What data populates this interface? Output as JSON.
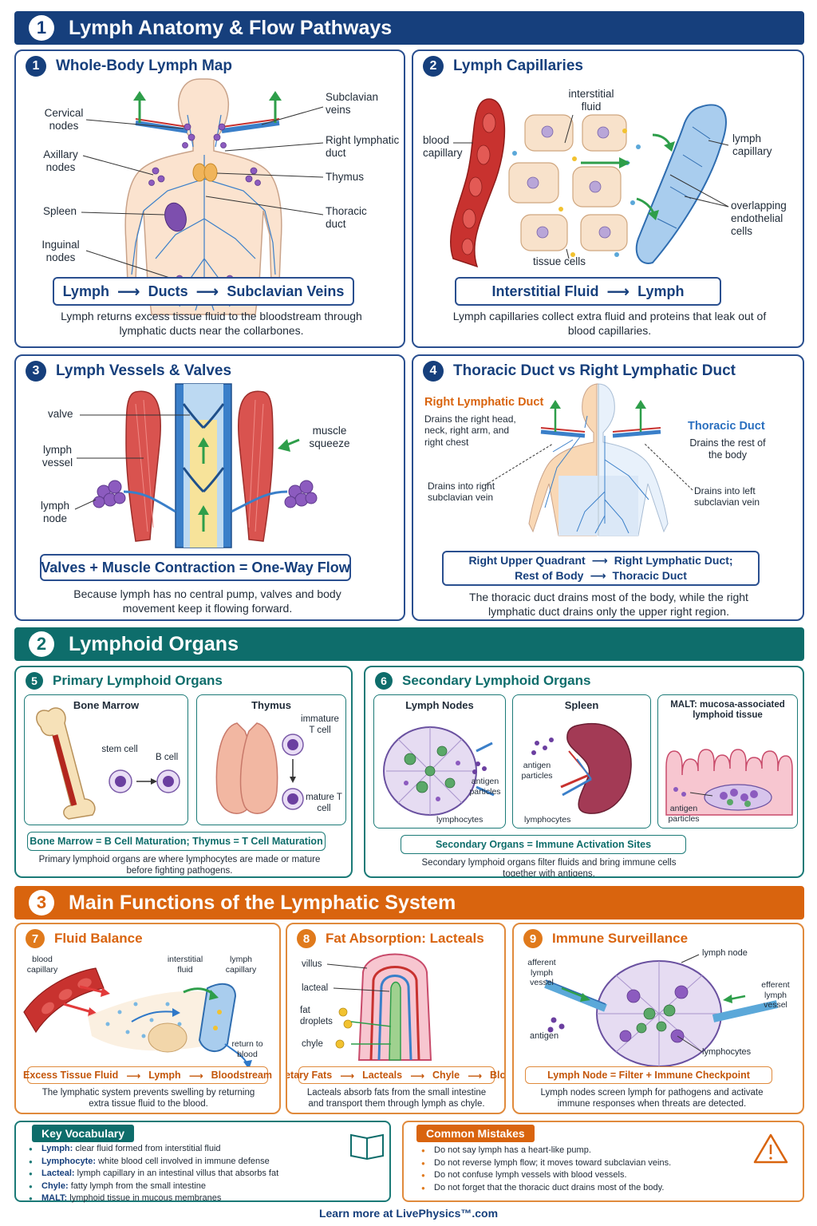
{
  "sections": [
    {
      "num": "1",
      "title": "Lymph Anatomy & Flow Pathways"
    },
    {
      "num": "2",
      "title": "Lymphoid Organs"
    },
    {
      "num": "3",
      "title": "Main Functions of the Lymphatic System"
    }
  ],
  "p1": {
    "num": "1",
    "title": "Whole-Body Lymph Map",
    "labels": {
      "cervical": "Cervical nodes",
      "axillary": "Axillary nodes",
      "spleen": "Spleen",
      "inguinal": "Inguinal nodes",
      "subclavian": "Subclavian veins",
      "right_duct": "Right lymphatic duct",
      "thymus": "Thymus",
      "thoracic": "Thoracic duct"
    },
    "flow": [
      "Lymph",
      "Ducts",
      "Subclavian Veins"
    ],
    "caption": "Lymph returns excess tissue fluid to the bloodstream through lymphatic ducts near the collarbones."
  },
  "p2": {
    "num": "2",
    "title": "Lymph Capillaries",
    "labels": {
      "interstitial": "interstitial fluid",
      "blood_cap": "blood capillary",
      "lymph_cap": "lymph capillary",
      "endothelial": "overlapping endothelial cells",
      "tissue": "tissue cells"
    },
    "flow": [
      "Interstitial Fluid",
      "Lymph"
    ],
    "caption": "Lymph capillaries collect extra fluid and proteins that leak out of blood capillaries."
  },
  "p3": {
    "num": "3",
    "title": "Lymph Vessels & Valves",
    "labels": {
      "valve": "valve",
      "vessel": "lymph vessel",
      "node": "lymph node",
      "squeeze": "muscle squeeze"
    },
    "flow": "Valves + Muscle Contraction = One-Way Flow",
    "caption": "Because lymph has no central pump, valves and body movement keep it flowing forward."
  },
  "p4": {
    "num": "4",
    "title": "Thoracic Duct vs Right Lymphatic Duct",
    "labels": {
      "right_title": "Right Lymphatic Duct",
      "right_desc": "Drains the right head, neck, right arm, and right chest",
      "thoracic_title": "Thoracic Duct",
      "thoracic_desc": "Drains the rest of the body",
      "into_right": "Drains into right subclavian vein",
      "into_left": "Drains into left subclavian vein"
    },
    "flow_line1": [
      "Right Upper Quadrant",
      "Right Lymphatic Duct;"
    ],
    "flow_line2": [
      "Rest of Body",
      "Thoracic Duct"
    ],
    "caption": "The thoracic duct drains most of the body, while the right lymphatic duct drains only the upper right region."
  },
  "p5": {
    "num": "5",
    "title": "Primary Lymphoid Organs",
    "bone_marrow": {
      "title": "Bone Marrow",
      "stem": "stem cell",
      "bcell": "B cell"
    },
    "thymus": {
      "title": "Thymus",
      "immature": "immature T cell",
      "mature": "mature T cell"
    },
    "flow": "Bone Marrow = B Cell Maturation; Thymus = T Cell Maturation",
    "caption": "Primary lymphoid organs are where lymphocytes are made or mature before fighting pathogens."
  },
  "p6": {
    "num": "6",
    "title": "Secondary Lymphoid Organs",
    "nodes": {
      "title": "Lymph Nodes",
      "antigen": "antigen particles",
      "lymphocytes": "lymphocytes"
    },
    "spleen": {
      "title": "Spleen",
      "antigen": "antigen particles",
      "lymphocytes": "lymphocytes"
    },
    "malt": {
      "title": "MALT: mucosa-associated lymphoid tissue",
      "antigen": "antigen particles"
    },
    "flow": "Secondary Organs = Immune Activation Sites",
    "caption": "Secondary lymphoid organs filter fluids and bring immune cells together with antigens."
  },
  "p7": {
    "num": "7",
    "title": "Fluid Balance",
    "labels": {
      "blood": "blood capillary",
      "fluid": "interstitial fluid",
      "lymph": "lymph capillary",
      "return": "return to blood"
    },
    "flow": [
      "Excess Tissue Fluid",
      "Lymph",
      "Bloodstream"
    ],
    "caption": "The lymphatic system prevents swelling by returning extra tissue fluid to the blood."
  },
  "p8": {
    "num": "8",
    "title": "Fat Absorption: Lacteals",
    "labels": {
      "villus": "villus",
      "lacteal": "lacteal",
      "droplets": "fat droplets",
      "chyle": "chyle"
    },
    "flow": [
      "Dietary Fats",
      "Lacteals",
      "Chyle",
      "Blood"
    ],
    "caption": "Lacteals absorb fats from the small intestine and transport them through lymph as chyle."
  },
  "p9": {
    "num": "9",
    "title": "Immune Surveillance",
    "labels": {
      "afferent": "afferent lymph vessel",
      "node": "lymph node",
      "efferent": "efferent lymph vessel",
      "antigen": "antigen",
      "lymphocytes": "lymphocytes"
    },
    "flow": "Lymph Node = Filter + Immune Checkpoint",
    "caption": "Lymph nodes screen lymph for pathogens and activate immune responses when threats are detected."
  },
  "vocab": {
    "title": "Key Vocabulary",
    "items": [
      {
        "term": "Lymph:",
        "def": "clear fluid formed from interstitial fluid"
      },
      {
        "term": "Lymphocyte:",
        "def": "white blood cell involved in immune defense"
      },
      {
        "term": "Lacteal:",
        "def": "lymph capillary in an intestinal villus that absorbs fat"
      },
      {
        "term": "Chyle:",
        "def": "fatty lymph from the small intestine"
      },
      {
        "term": "MALT:",
        "def": "lymphoid tissue in mucous membranes"
      }
    ]
  },
  "mistakes": {
    "title": "Common Mistakes",
    "items": [
      "Do not say lymph has a heart-like pump.",
      "Do not reverse lymph flow; it moves toward subclavian veins.",
      "Do not confuse lymph vessels with blood vessels.",
      "Do not forget that the thoracic duct drains most of the body."
    ]
  },
  "footer": "Learn more at LivePhysics™.com",
  "colors": {
    "navy": "#163f7c",
    "teal": "#0e6d6b",
    "orange": "#d9640e",
    "lymph_green": "#2e9e4a",
    "blood_red": "#c8322f",
    "lymph_blue": "#3a7fc9"
  }
}
